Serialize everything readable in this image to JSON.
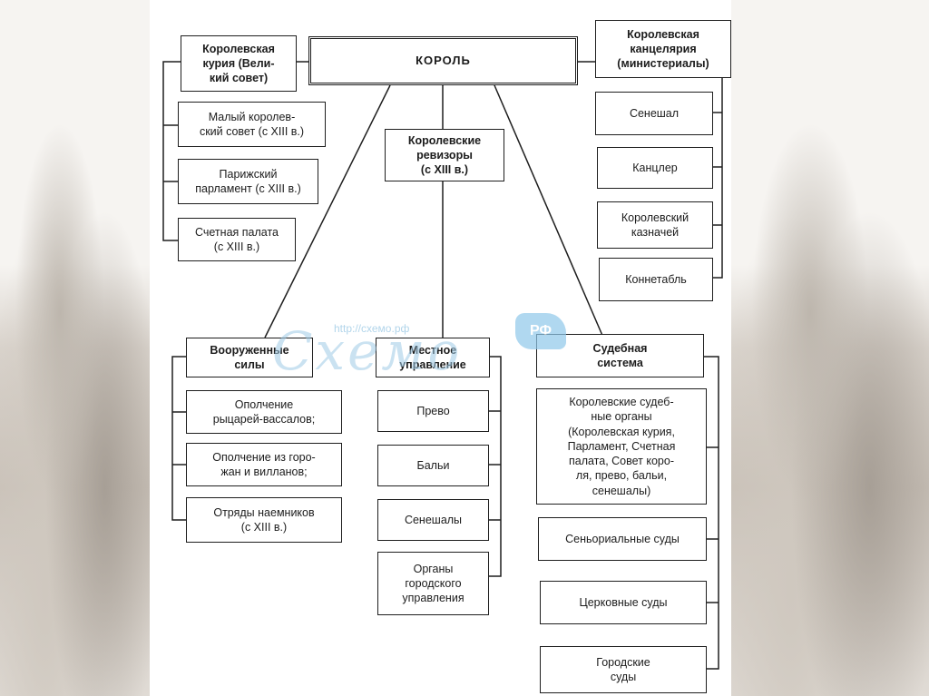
{
  "king": "КОРОЛЬ",
  "curia": {
    "title": "Королевская\nкурия (Вели-\nкий совет)",
    "items": [
      "Малый королев-\nский совет (с XIII в.)",
      "Парижский\nпарламент (с XIII в.)",
      "Счетная палата\n(с XIII в.)"
    ]
  },
  "chancellery": {
    "title": "Королевская\nканцелярия\n(министериалы)",
    "items": [
      "Сенешал",
      "Канцлер",
      "Королевский\nказначей",
      "Коннетабль"
    ]
  },
  "revisors": "Королевские\nревизоры\n(с XIII в.)",
  "army": {
    "title": "Вооруженные\nсилы",
    "items": [
      "Ополчение\nрыцарей-вассалов;",
      "Ополчение из горо-\nжан и вилланов;",
      "Отряды наемников\n(с XIII в.)"
    ]
  },
  "local": {
    "title": "Местное\nуправление",
    "items": [
      "Прево",
      "Бальи",
      "Сенешалы",
      "Органы\nгородского\nуправления"
    ]
  },
  "judicial": {
    "title": "Судебная\nсистема",
    "items": [
      "Королевские судеб-\nные органы\n(Королевская курия,\nПарламент, Счетная\nпалата, Совет коро-\nля, прево, бальи,\nсенешалы)",
      "Сеньориальные суды",
      "Церковные суды",
      "Городские\nсуды"
    ]
  },
  "watermark": {
    "text": "Схемо",
    "url": "http://схемо.рф",
    "badge": "РФ"
  }
}
